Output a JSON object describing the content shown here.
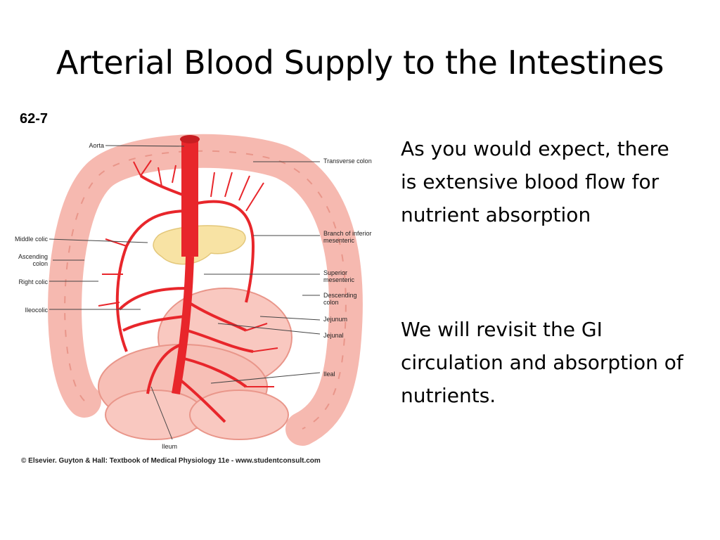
{
  "slide": {
    "title": "Arterial Blood Supply to the Intestines",
    "paragraphs": [
      "As you would expect, there is extensive blood flow for nutrient absorption",
      "We will revisit the GI circulation and absorption of nutrients."
    ]
  },
  "figure": {
    "number": "62-7",
    "credit": "© Elsevier. Guyton & Hall: Textbook of Medical Physiology 11e - www.studentconsult.com",
    "labels_left": [
      "Aorta",
      "Middle colic",
      "Ascending colon",
      "Right colic",
      "Ileocolic"
    ],
    "labels_right": [
      "Transverse colon",
      "Branch of inferior mesenteric",
      "Superior mesenteric",
      "Descending colon",
      "Jejunum",
      "Jejunal",
      "Ileal"
    ],
    "label_bottom": "Ileum",
    "colors": {
      "artery": "#e8262b",
      "intestine": "#f6b9b0",
      "intestine_edge": "#e9968a",
      "pancreas": "#f8e3a4"
    }
  }
}
